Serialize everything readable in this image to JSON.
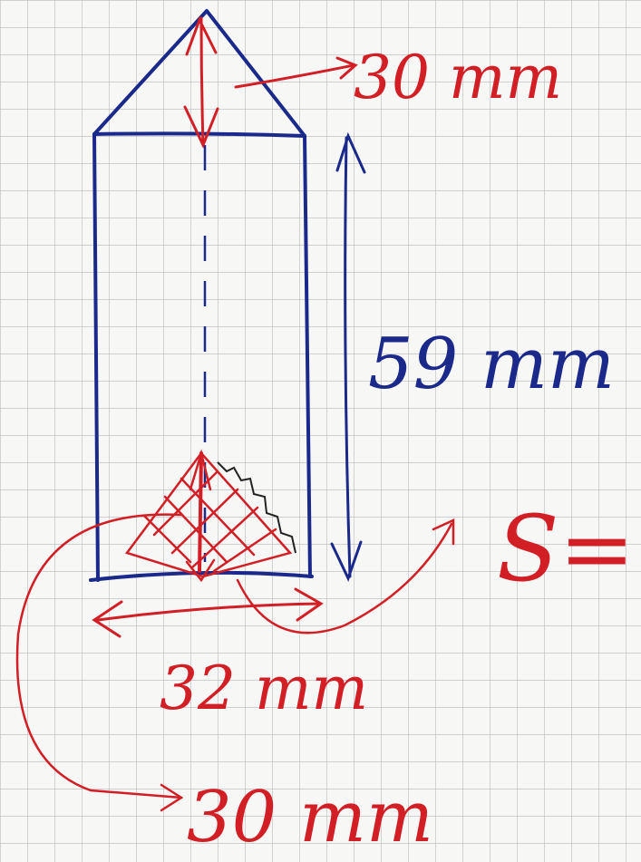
{
  "labels": {
    "apex_height": "30 mm",
    "body_height": "59 mm",
    "base_width": "32 mm",
    "base_depth": "30 mm",
    "area_label": "S="
  },
  "colors": {
    "paper": "#f7f7f5",
    "grid": "#b9b9b9",
    "outline": "#1b2a8a",
    "annotation": "#d21f26",
    "dim_blue": "#1b2a8a"
  }
}
